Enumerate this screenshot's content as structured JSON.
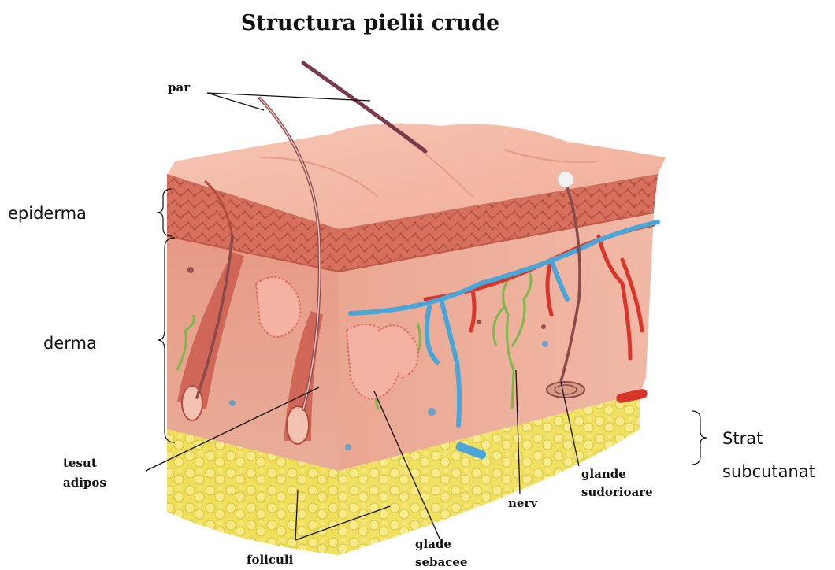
{
  "title": "Structura pielii crude",
  "labels": {
    "par": "par",
    "epiderma": "epiderma",
    "derma": "derma",
    "tesut_line1": "tesut",
    "tesut_line2": "adipos",
    "foliculi": "foliculi",
    "glade_line1": "glade",
    "glade_line2": "sebacee",
    "nerv": "nerv",
    "glande_line1": "glande",
    "glande_line2": "sudorioare",
    "strat_line1": "Strat",
    "strat_line2": "subcutanat"
  },
  "colors": {
    "surface": "#f4b8a4",
    "epidermis": "#d9725f",
    "dermis": "#e8a08c",
    "fat": "#f0df5a",
    "vein": "#4aa6d8",
    "artery": "#d9352a",
    "nerve": "#7fb84a"
  }
}
